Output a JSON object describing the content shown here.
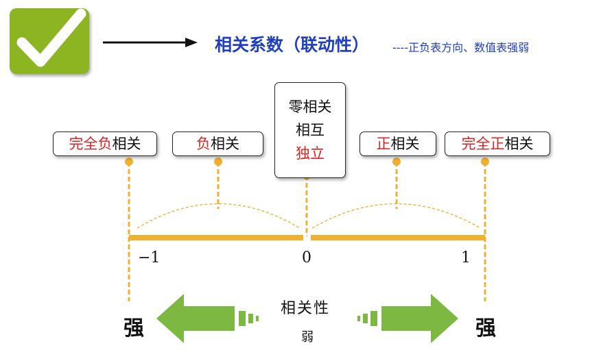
{
  "header": {
    "title": "相关系数（联动性）",
    "subtitle": "----正负表方向、数值表强弱"
  },
  "labels": {
    "perfect_negative": {
      "red": "完全负",
      "black": "相关"
    },
    "negative": {
      "red": "负",
      "black": "相关"
    },
    "zero": {
      "line1": "零相关",
      "line2": "相互",
      "line3": "独立"
    },
    "positive": {
      "red": "正",
      "black": "相关"
    },
    "perfect_positive": {
      "red": "完全正",
      "black": "相关"
    }
  },
  "axis": {
    "ticks": [
      "−1",
      "0",
      "1"
    ]
  },
  "strength": {
    "left": "强",
    "right": "强",
    "center": "相关性",
    "weak": "弱"
  },
  "colors": {
    "accent": "#f0b030",
    "arrow_green": "#7cb842",
    "title_blue": "#1f3fbf",
    "red_text": "#e02020",
    "checkbox_green": "#8cb521"
  }
}
